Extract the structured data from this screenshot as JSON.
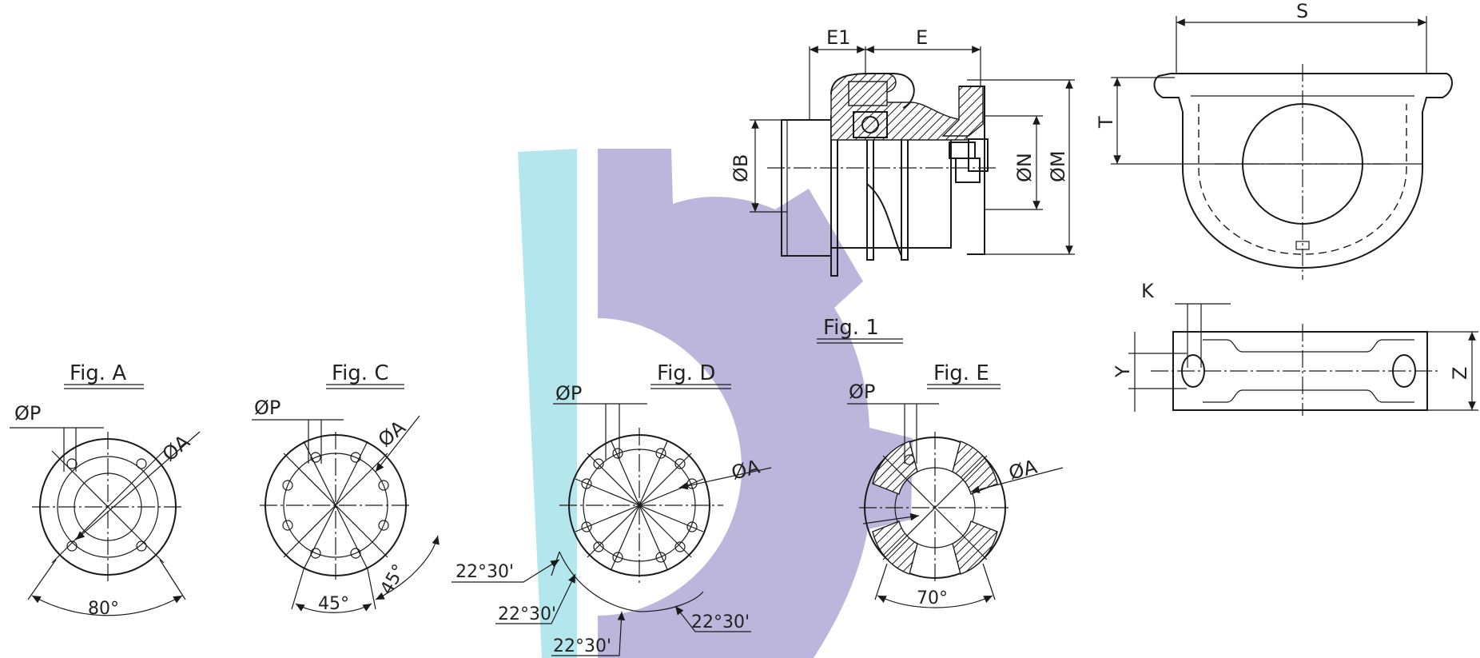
{
  "colors": {
    "line": "#1a1a1a",
    "watermark_cyan": "#b4e6ee",
    "watermark_violet": "#bdb6dc",
    "background": "#ffffff"
  },
  "figures": {
    "fig1": {
      "caption": "Fig. 1",
      "dims": {
        "e1": "E1",
        "e": "E",
        "b": "ØB",
        "n": "ØN",
        "m": "ØM"
      }
    },
    "side_view": {
      "dims": {
        "s": "S",
        "t": "T"
      }
    },
    "top_view": {
      "dims": {
        "k": "K",
        "y": "Y",
        "z": "Z"
      }
    },
    "figA": {
      "caption": "Fig. A",
      "p": "ØP",
      "a": "ØA",
      "angle": "80°"
    },
    "figC": {
      "caption": "Fig. C",
      "p": "ØP",
      "a": "ØA",
      "angle1": "45°",
      "angle2": "45°"
    },
    "figD": {
      "caption": "Fig. D",
      "p": "ØP",
      "a": "ØA",
      "angle1": "22°30'",
      "angle2": "22°30'",
      "angle3": "22°30'",
      "angle4": "22°30'"
    },
    "figE": {
      "caption": "Fig. E",
      "p": "ØP",
      "a": "ØA",
      "angle": "70°"
    }
  }
}
